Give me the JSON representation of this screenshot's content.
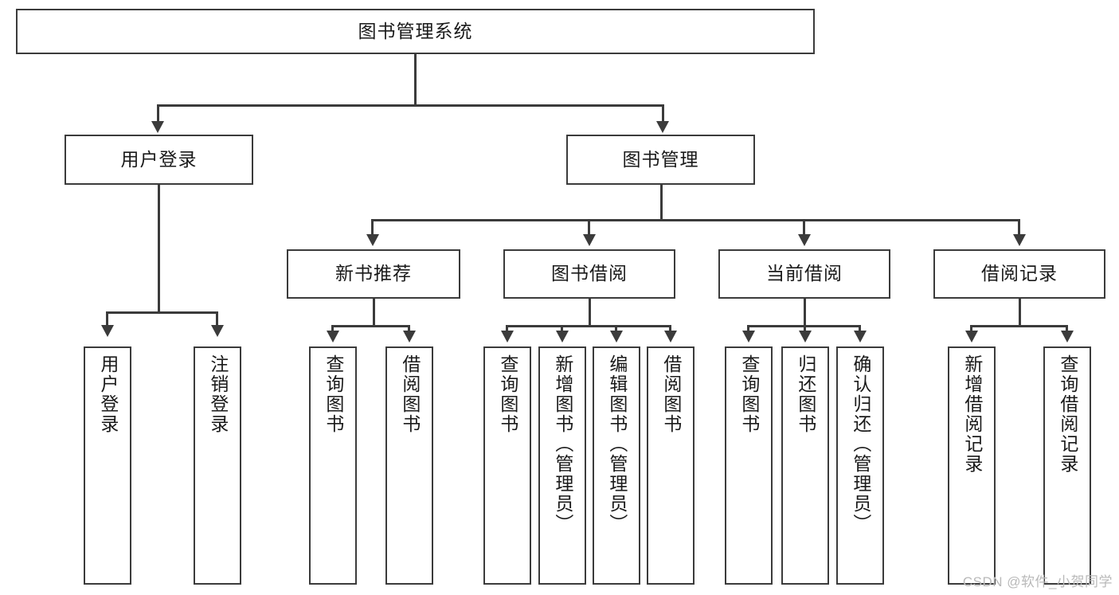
{
  "diagram": {
    "type": "tree",
    "title": "图书管理系统",
    "root": {
      "label": "图书管理系统"
    },
    "level2": [
      {
        "label": "用户登录"
      },
      {
        "label": "图书管理"
      }
    ],
    "level3": [
      {
        "label": "新书推荐"
      },
      {
        "label": "图书借阅"
      },
      {
        "label": "当前借阅"
      },
      {
        "label": "借阅记录"
      }
    ],
    "leaves": {
      "user_login": [
        {
          "label": "用户登录"
        },
        {
          "label": "注销登录"
        }
      ],
      "new_book_recommend": [
        {
          "label": "查询图书"
        },
        {
          "label": "借阅图书"
        }
      ],
      "book_borrow": [
        {
          "label": "查询图书"
        },
        {
          "label": "新增图书（管理员）"
        },
        {
          "label": "编辑图书（管理员）"
        },
        {
          "label": "借阅图书"
        }
      ],
      "current_borrow": [
        {
          "label": "查询图书"
        },
        {
          "label": "归还图书"
        },
        {
          "label": "确认归还（管理员）"
        }
      ],
      "borrow_records": [
        {
          "label": "新增借阅记录"
        },
        {
          "label": "查询借阅记录"
        }
      ]
    }
  },
  "watermark": {
    "text": "CSDN @软件_小贺同学"
  },
  "colors": {
    "stroke": "#3b3b3b",
    "fill": "#ffffff",
    "text": "#1a1a1a",
    "watermark": "#b9b9b9"
  }
}
